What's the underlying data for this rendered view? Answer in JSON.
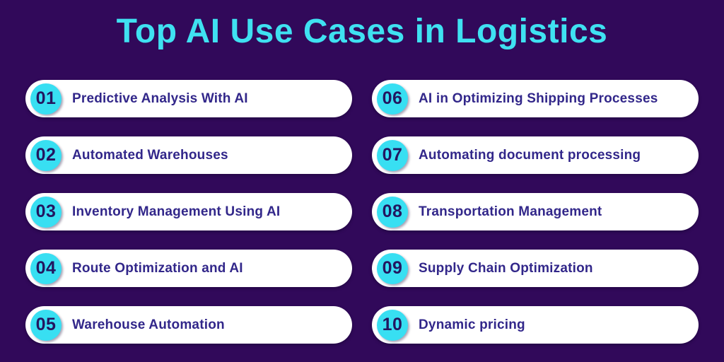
{
  "title": "Top AI Use Cases in Logistics",
  "colors": {
    "background": "#31095a",
    "title": "#3fe1f1",
    "pill_bg": "#ffffff",
    "badge_bg": "#38dff2",
    "badge_text": "#231660",
    "label_text": "#32278a"
  },
  "columns": {
    "left": [
      {
        "number": "01",
        "label": "Predictive Analysis With AI"
      },
      {
        "number": "02",
        "label": "Automated Warehouses"
      },
      {
        "number": "03",
        "label": "Inventory Management Using AI"
      },
      {
        "number": "04",
        "label": "Route Optimization and AI"
      },
      {
        "number": "05",
        "label": "Warehouse Automation"
      }
    ],
    "right": [
      {
        "number": "06",
        "label": "AI in Optimizing Shipping Processes"
      },
      {
        "number": "07",
        "label": "Automating document processing"
      },
      {
        "number": "08",
        "label": "Transportation Management"
      },
      {
        "number": "09",
        "label": "Supply Chain Optimization"
      },
      {
        "number": "10",
        "label": "Dynamic pricing"
      }
    ]
  }
}
